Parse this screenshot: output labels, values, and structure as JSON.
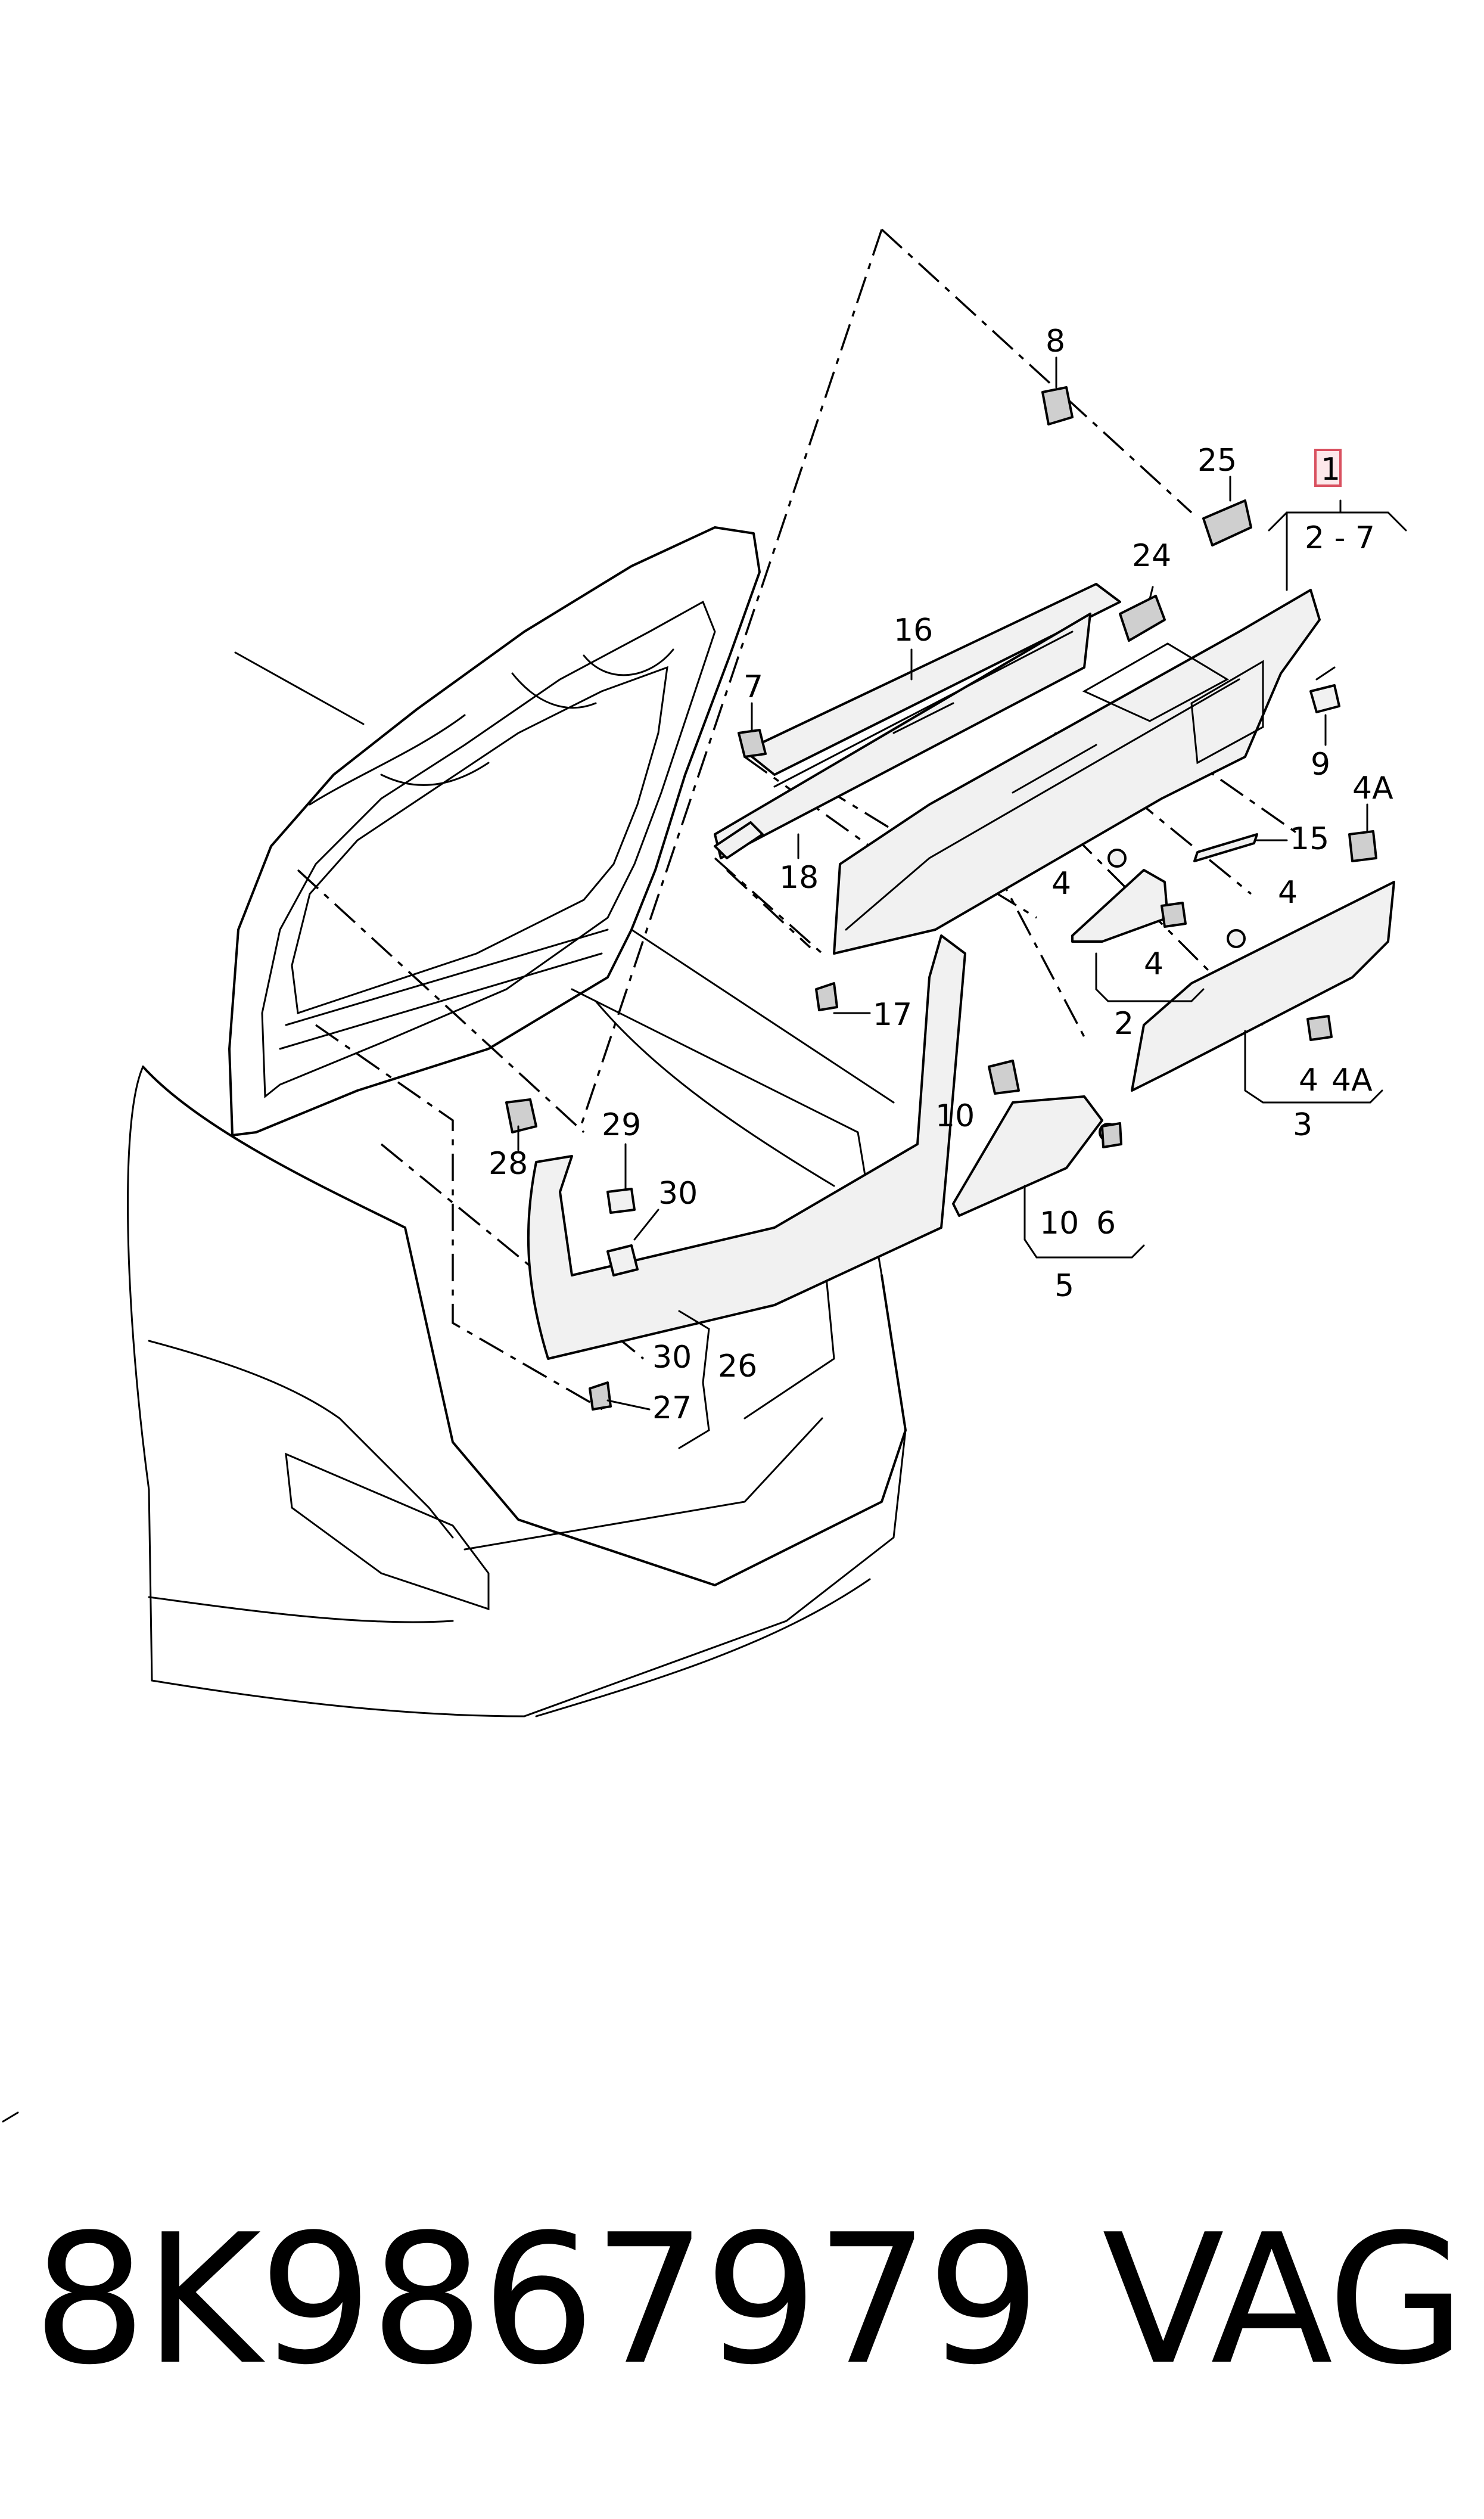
{
  "callouts": {
    "c8": "8",
    "c25": "25",
    "c1": "1",
    "c2_7": "2 - 7",
    "c24": "24",
    "c16": "16",
    "c7": "7",
    "c9": "9",
    "c4A_top": "4A",
    "c15": "15",
    "c18": "18",
    "c4_a": "4",
    "c4_b": "4",
    "c4_c": "4",
    "c2": "2",
    "c17": "17",
    "c4_d": "4",
    "c4A_bot": "4A",
    "c3": "3",
    "c10_a": "10",
    "c29": "29",
    "c28": "28",
    "c30_a": "30",
    "c10_b": "10",
    "c6": "6",
    "c5": "5",
    "c30_b": "30",
    "c26": "26",
    "c27": "27"
  },
  "footer": {
    "part_number": "8K9867979",
    "brand": "VAG"
  },
  "colors": {
    "line": "#000000",
    "highlight_fill": "#fde8ea",
    "highlight_stroke": "#d9505f"
  }
}
